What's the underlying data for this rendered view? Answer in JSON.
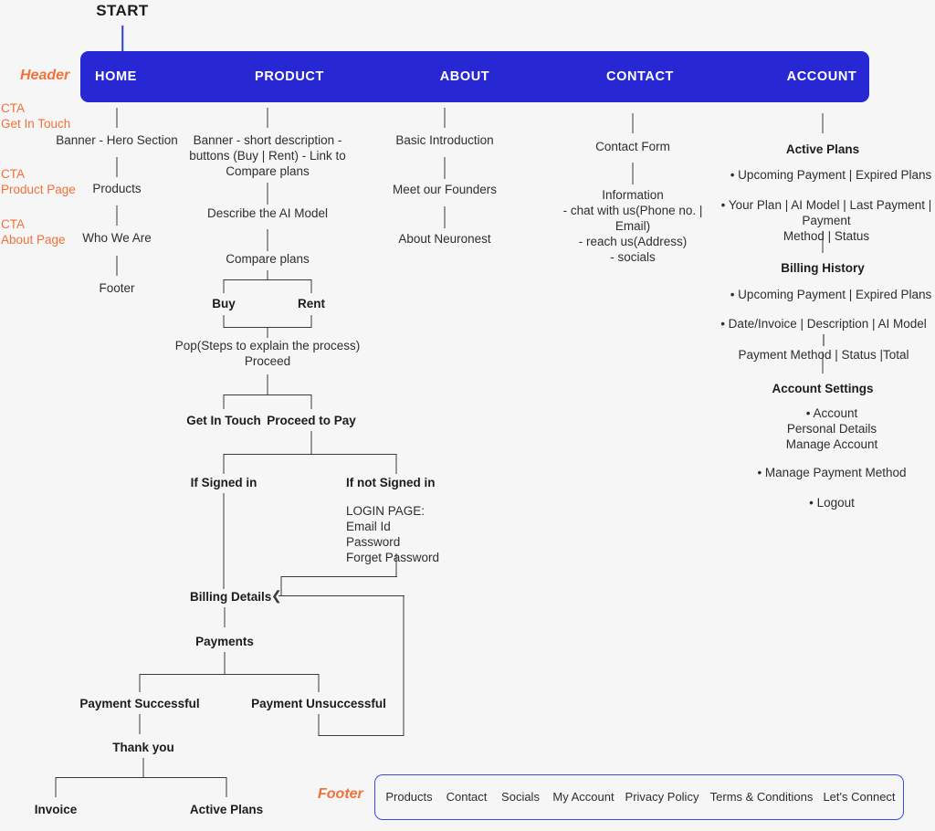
{
  "meta": {
    "start_label": "START",
    "header_label": "Header",
    "footer_label": "Footer",
    "bg_color": "#f6f6f6",
    "nav_color": "#2727d4",
    "accent_color": "#f4703a",
    "line_color": "#3a3a3a",
    "footer_border_color": "#3b4de0"
  },
  "nav": {
    "items": [
      {
        "label": "HOME"
      },
      {
        "label": "PRODUCT"
      },
      {
        "label": "ABOUT"
      },
      {
        "label": "CONTACT"
      },
      {
        "label": "ACCOUNT"
      }
    ]
  },
  "cta": [
    {
      "line1": "CTA",
      "line2": "Get In Touch"
    },
    {
      "line1": "CTA",
      "line2": "Product Page"
    },
    {
      "line1": "CTA",
      "line2": "About Page"
    }
  ],
  "columns": {
    "home": [
      "Banner - Hero Section",
      "Products",
      "Who We Are",
      "Footer"
    ],
    "product": [
      "Banner - short description -\nbuttons (Buy | Rent)  - Link to\nCompare plans",
      "Describe the AI Model",
      "Compare plans"
    ],
    "about": [
      "Basic Introduction",
      "Meet our Founders",
      "About Neuronest"
    ],
    "contact": [
      "Contact Form",
      "Information\n- chat with us(Phone no. |\nEmail)\n- reach us(Address)\n- socials"
    ]
  },
  "account": {
    "active_plans": {
      "title": "Active Plans",
      "bullets": [
        "•  Upcoming Payment | Expired Plans",
        "• Your Plan | AI Model | Last Payment | Payment\nMethod | Status"
      ]
    },
    "billing_history": {
      "title": "Billing History",
      "bullets": [
        "•  Upcoming Payment | Expired Plans",
        "• Date/Invoice | Description | AI Model |\nPayment Method | Status |Total"
      ]
    },
    "account_settings": {
      "title": "Account Settings",
      "bullets": [
        "•  Account\nPersonal Details\nManage Account",
        "•  Manage Payment Method",
        "•  Logout"
      ]
    }
  },
  "product_flow": {
    "buy": "Buy",
    "rent": "Rent",
    "pop": "Pop(Steps to explain the process)\nProceed",
    "get_in_touch": "Get In Touch",
    "proceed_to_pay": "Proceed to Pay",
    "if_signed_in": "If Signed in",
    "if_not_signed_in": "If not Signed in",
    "login_page": "LOGIN PAGE:\nEmail Id\nPassword\nForget Password",
    "billing_details": "Billing Details",
    "payments": "Payments",
    "payment_successful": "Payment Successful",
    "payment_unsuccessful": "Payment Unsuccessful",
    "thank_you": "Thank you",
    "invoice": "Invoice",
    "active_plans": "Active Plans"
  },
  "footer_nav": {
    "items": [
      {
        "label": "Products"
      },
      {
        "label": "Contact"
      },
      {
        "label": "Socials"
      },
      {
        "label": "My Account"
      },
      {
        "label": "Privacy Policy"
      },
      {
        "label": "Terms & Conditions"
      },
      {
        "label": "Let's Connect"
      }
    ]
  }
}
